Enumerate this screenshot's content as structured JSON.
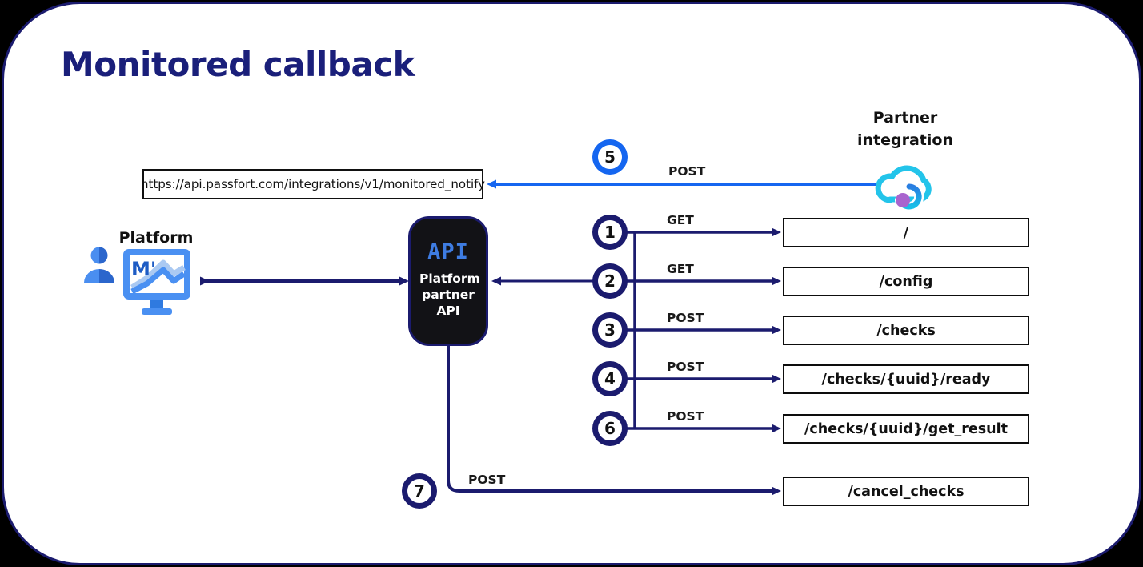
{
  "title": "Monitored callback",
  "platform": {
    "label": "Platform",
    "monitor_text": "M'"
  },
  "api": {
    "logo": "API",
    "label": "Platform partner API"
  },
  "partner": {
    "label": "Partner integration"
  },
  "callback": {
    "step": "5",
    "method": "POST",
    "url": "https://api.passfort.com/integrations/v1/monitored_notify"
  },
  "requests": [
    {
      "step": "1",
      "method": "GET",
      "path": "/"
    },
    {
      "step": "2",
      "method": "GET",
      "path": "/config"
    },
    {
      "step": "3",
      "method": "POST",
      "path": "/checks"
    },
    {
      "step": "4",
      "method": "POST",
      "path": "/checks/{uuid}/ready"
    },
    {
      "step": "6",
      "method": "POST",
      "path": "/checks/{uuid}/get_result"
    },
    {
      "step": "7",
      "method": "POST",
      "path": "/cancel_checks"
    }
  ],
  "colors": {
    "navy_line": "#1b1b6e",
    "title_navy": "#1a1f7a",
    "bright_blue": "#1566f0",
    "cloud_cyan": "#23c4ea",
    "dot_purple": "#a964ce",
    "api_logo_blue": "#3e7ce2",
    "monitor_blue": "#4a90f2"
  }
}
